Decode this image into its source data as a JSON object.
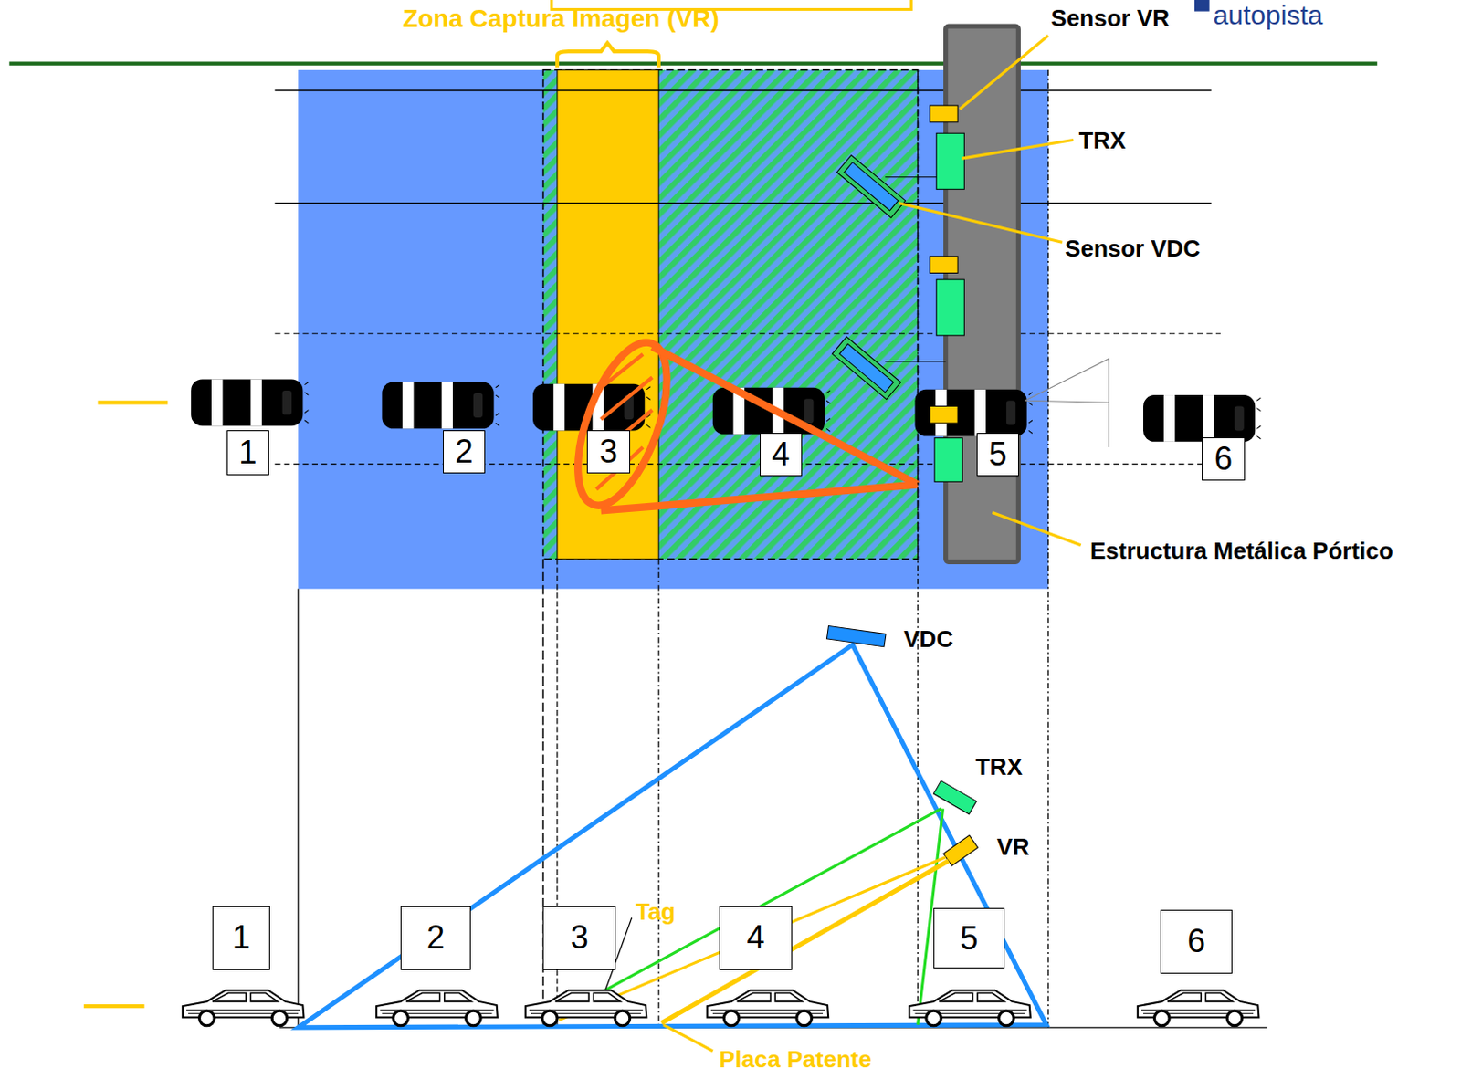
{
  "diagram": {
    "nodes": [
      {
        "text": [
          "1"
        ]
      },
      {
        "text": [
          "2"
        ]
      },
      {
        "text": [
          "3"
        ]
      },
      {
        "text": [
          "4"
        ]
      },
      {
        "text": [
          "5"
        ]
      },
      {
        "text": [
          "6"
        ]
      },
      {
        "text": [
          "1"
        ]
      },
      {
        "text": [
          "2"
        ]
      },
      {
        "text": [
          "3"
        ]
      },
      {
        "text": [
          "4"
        ]
      },
      {
        "text": [
          "5"
        ]
      },
      {
        "text": [
          "6"
        ]
      }
    ],
    "labels": [
      "autopista",
      "Zona Captura Imagen (VR)",
      "Sensor VR",
      "TRX",
      "Sensor VDC",
      "Estructura Metálica Pórtico",
      "VDC",
      "TRX",
      "VR",
      "Tag",
      "Placa Patente"
    ]
  }
}
